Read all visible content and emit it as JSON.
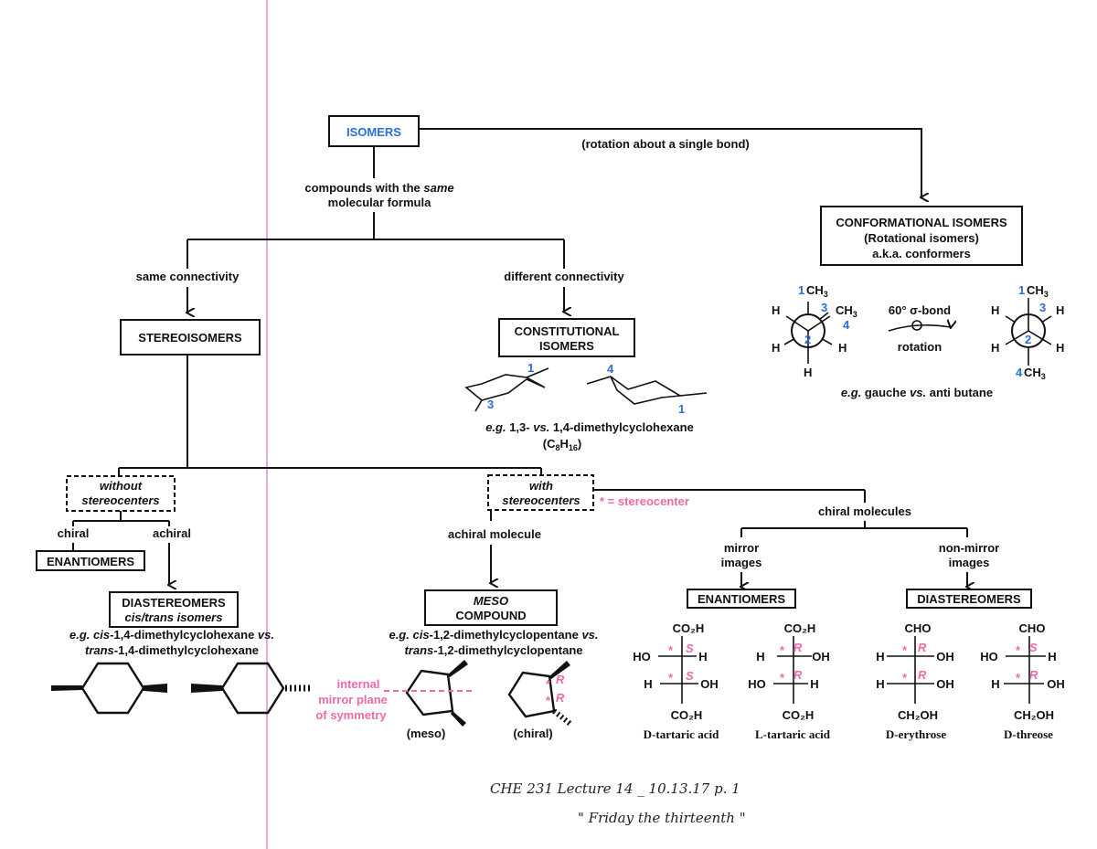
{
  "colors": {
    "ink": "#111111",
    "blue": "#2a6fd6",
    "pink": "#f06aa8",
    "margin_line": "#e7a6e7"
  },
  "isomers": "ISOMERS",
  "rotation_label": "(rotation about a single bond)",
  "same_formula": {
    "line1_a": "compounds with the ",
    "line1_b": "same",
    "line2": "molecular formula"
  },
  "conformational": {
    "title": "CONFORMATIONAL ISOMERS",
    "sub1": "(Rotational isomers)",
    "sub2": "a.k.a. conformers",
    "newman_left": {
      "top_num": "1",
      "top": "CH",
      "three": "3",
      "ch3": "CH",
      "four": "4",
      "two": "2",
      "h": "H"
    },
    "sigma": "60° σ-bond",
    "rotation": "rotation",
    "newman_right": {
      "top_num": "1",
      "top": "CH",
      "three": "3",
      "two": "2",
      "bot_num": "4",
      "bot": "CH",
      "h": "H"
    },
    "example_a": "e.g.",
    "example_b": " gauche ",
    "example_c": "vs.",
    "example_d": " anti butane"
  },
  "same_connectivity": "same connectivity",
  "different_connectivity": "different connectivity",
  "stereoisomers": "STEREOISOMERS",
  "constitutional": {
    "line1": "CONSTITUTIONAL",
    "line2": "ISOMERS"
  },
  "cyclohexane_example": {
    "n1": "1",
    "n3": "3",
    "n4": "4",
    "n1b": "1",
    "line1_a": "e.g.",
    "line1_b": " 1,3- ",
    "line1_c": "vs.",
    "line1_d": " 1,4-dimethylcyclohexane",
    "formula_a": "(C",
    "formula_b": "8",
    "formula_c": "H",
    "formula_d": "16",
    "formula_e": ")"
  },
  "without_stereocenters": {
    "line1": "without",
    "line2": "stereocenters"
  },
  "with_stereocenters": {
    "line1": "with",
    "line2": "stereocenters"
  },
  "stereocenter_key": "* = stereocenter",
  "chiral": "chiral",
  "achiral": "achiral",
  "enantiomers_left": "ENANTIOMERS",
  "diastereomers_left": {
    "line1": "DIASTEREOMERS",
    "line2": "cis/trans isomers",
    "ex1_a": "e.g. cis",
    "ex1_b": "-1,4-dimethylcyclohexane ",
    "ex1_c": "vs.",
    "ex2_a": "trans",
    "ex2_b": "-1,4-dimethylcyclohexane"
  },
  "achiral_molecule": "achiral molecule",
  "meso": {
    "line1": "MESO",
    "line2": "COMPOUND",
    "ex1_a": "e.g. cis",
    "ex1_b": "-1,2-dimethylcyclopentane ",
    "ex1_c": "vs.",
    "ex2_a": "trans",
    "ex2_b": "-1,2-dimethylcyclopentane",
    "mirror1": "internal",
    "mirror2": "mirror plane",
    "mirror3": "of symmetry",
    "meso_label": "(meso)",
    "chiral_label": "(chiral)",
    "r1": "R",
    "r2": "R"
  },
  "chiral_molecules": "chiral molecules",
  "mirror_images": {
    "line1": "mirror",
    "line2": "images"
  },
  "non_mirror_images": {
    "line1": "non-mirror",
    "line2": "images"
  },
  "enantiomers_right": "ENANTIOMERS",
  "diastereomers_right": "DIASTEREOMERS",
  "fischer": {
    "co2h": "CO₂H",
    "cho": "CHO",
    "ch2oh": "CH₂OH",
    "ho": "HO",
    "h": "H",
    "oh": "OH",
    "S": "S",
    "R": "R",
    "star": "*",
    "d_tartaric": "D-tartaric acid",
    "l_tartaric": "L-tartaric acid",
    "d_erythrose": "D-erythrose",
    "d_threose": "D-threose"
  },
  "handwriting": {
    "line1": "CHE 231 Lecture 14 _ 10.13.17  p. 1",
    "line2": "\" Friday the thirteenth \""
  }
}
